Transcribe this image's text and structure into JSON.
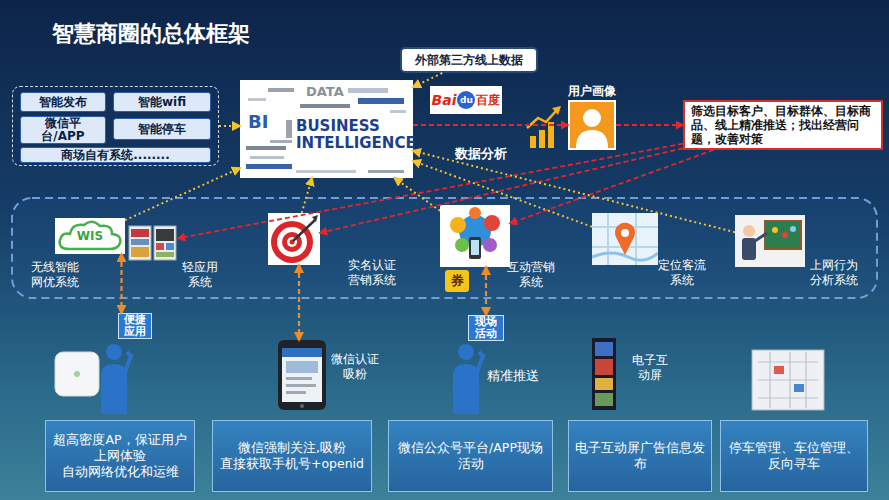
{
  "diagram": {
    "title": "智慧商圈的总体框架",
    "nodes": [
      {
        "text": []
      },
      {
        "text": [
          "智能发布"
        ],
        "in": 0
      },
      {
        "text": [
          "智能wifi"
        ],
        "in": 0
      },
      {
        "text": [
          "微信平台/APP"
        ],
        "in": 0
      },
      {
        "text": [
          "智能停车"
        ],
        "in": 0
      },
      {
        "text": [
          "商场自有系统........"
        ],
        "in": 0
      },
      {
        "text": [
          "外部第三方线上数据"
        ]
      },
      {
        "text": [
          "BUSINESS INTELLIGENCE"
        ]
      },
      {
        "text": [
          "Bai",
          "du",
          "百度"
        ]
      },
      {
        "text": [
          "用户画像"
        ]
      },
      {
        "text": [
          "筛选目标客户、目标群体、目标商品、线上精准推送；找出经营问题，改善对策"
        ]
      },
      {
        "text": [
          "WIS",
          "无线智能网优系统"
        ]
      },
      {
        "text": [
          "轻应用系统"
        ]
      },
      {
        "text": [
          "实名认证营销系统"
        ]
      },
      {
        "text": [
          "互动营销系统"
        ]
      },
      {
        "text": [
          "券"
        ]
      },
      {
        "text": [
          "定位客流系统"
        ]
      },
      {
        "text": [
          "上网行为分析系统"
        ]
      },
      {
        "text": [
          "便捷应用"
        ]
      },
      {
        "text": [
          "微信认证吸粉"
        ]
      },
      {
        "text": [
          "现场活动"
        ]
      },
      {
        "text": [
          "超高密度AP，保证用户上网体验",
          "自动网络优化和运维"
        ]
      },
      {
        "text": [
          "微信强制关注,吸粉",
          "直接获取手机号+openid"
        ]
      },
      {
        "text": [
          "微信公众号平台/APP现场活动"
        ]
      },
      {
        "text": [
          "电子互动屏广告信息发布"
        ]
      },
      {
        "text": [
          "停车管理、车位管理、反向寻车"
        ]
      }
    ],
    "edges": [
      {
        "from": 0,
        "to": 7,
        "arrow": "to"
      },
      {
        "from": 6,
        "to": 7,
        "arrow": "to"
      },
      {
        "from": 7,
        "to": 9,
        "arrow": "to"
      },
      {
        "from": 9,
        "to": 10,
        "arrow": "to"
      },
      {
        "from": 10,
        "to": 14,
        "arrow": "to"
      },
      {
        "from": 10,
        "to": 13,
        "arrow": "to"
      },
      {
        "from": 10,
        "to": 12,
        "arrow": "to"
      },
      {
        "from": 11,
        "to": 7,
        "arrow": "to"
      },
      {
        "from": 13,
        "to": 7,
        "arrow": "to"
      },
      {
        "from": 14,
        "to": 7,
        "arrow": "to"
      },
      {
        "from": 16,
        "to": 7,
        "arrow": "to"
      },
      {
        "from": 17,
        "to": 7,
        "arrow": "to"
      },
      {
        "from": 11,
        "to": 18,
        "arrow": "both"
      },
      {
        "from": 13,
        "to": 19,
        "arrow": "both"
      },
      {
        "from": 14,
        "to": 20,
        "arrow": "both"
      }
    ],
    "labels": [
      "DATA",
      "BI",
      "数据分析",
      "精准推送",
      "电子互动屏"
    ]
  }
}
